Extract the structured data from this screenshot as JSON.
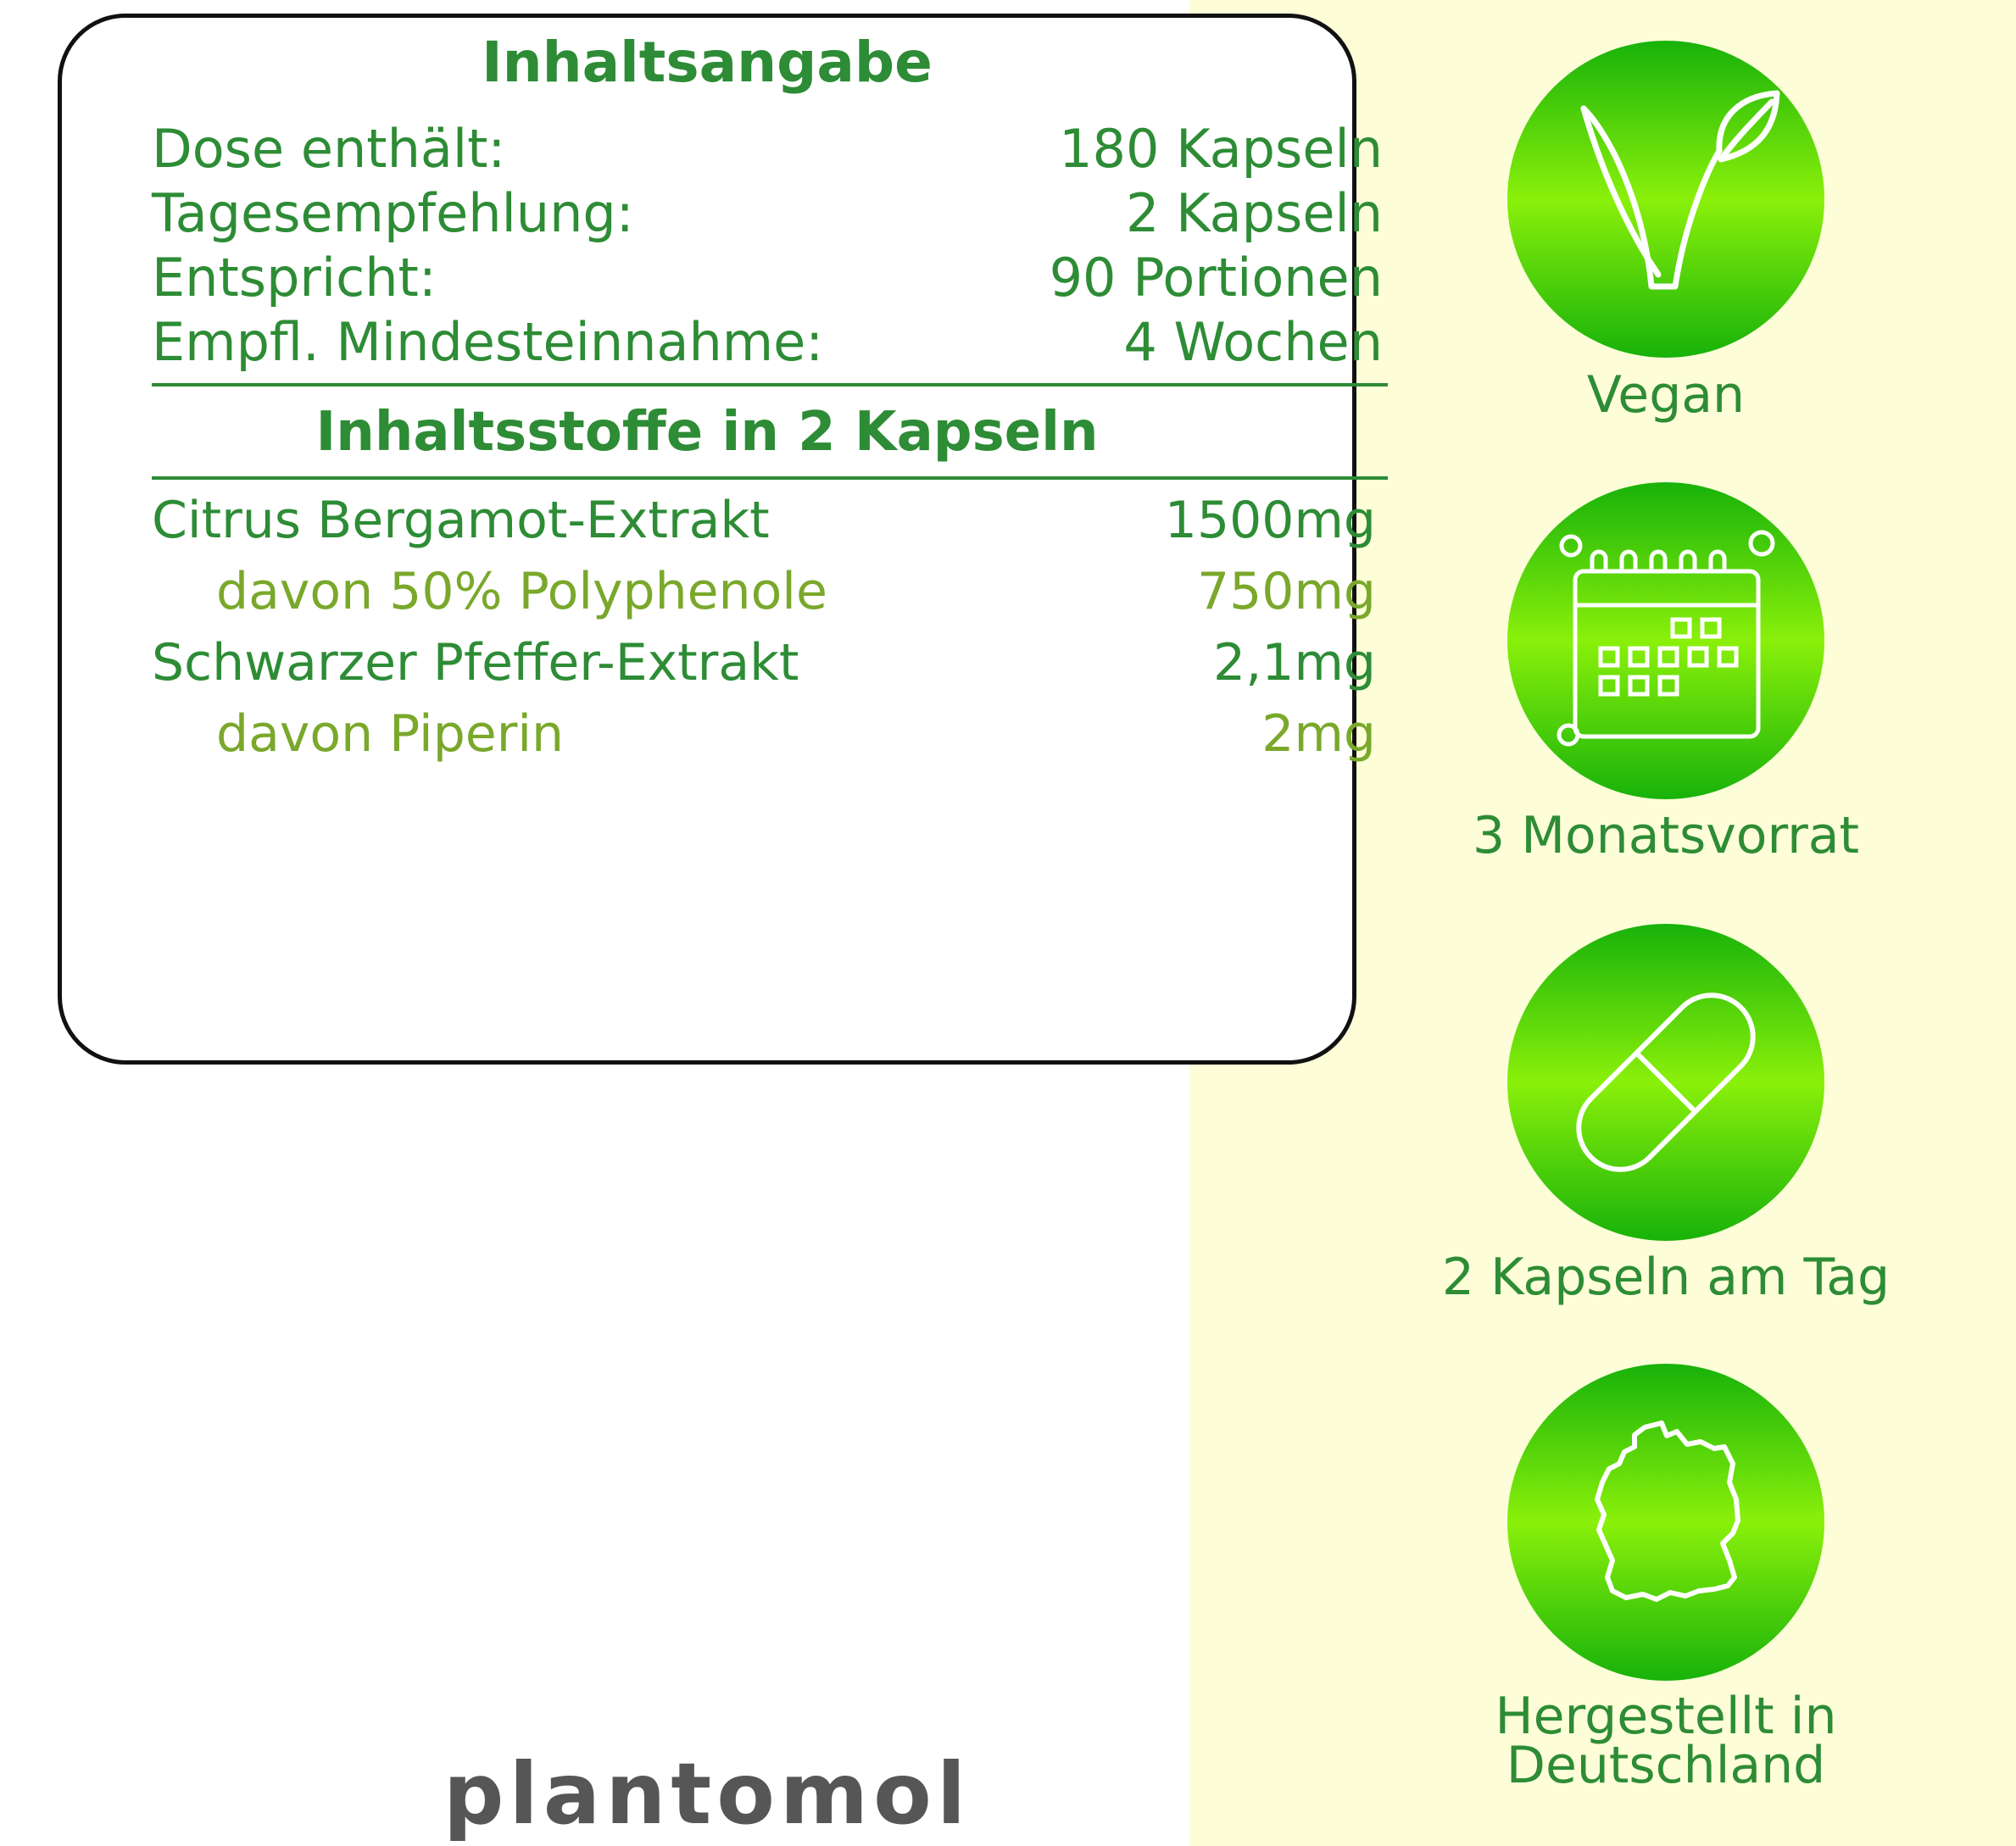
{
  "inhaltsangabe": {
    "title": "Inhaltsangabe",
    "rows": [
      {
        "label": "Dose enthält:",
        "value": "180 Kapseln"
      },
      {
        "label": "Tagesempfehlung:",
        "value": "2 Kapseln"
      },
      {
        "label": "Entspricht:",
        "value": "90 Portionen"
      },
      {
        "label": "Empfl. Mindesteinnahme:",
        "value": "4 Wochen"
      }
    ]
  },
  "inhaltsstoffe": {
    "title": "Inhaltsstoffe in 2 Kapseln",
    "rows": [
      {
        "label": "Citrus Bergamot-Extrakt",
        "value": "1500mg"
      },
      {
        "label": "davon 50% Polyphenole",
        "value": "750mg"
      },
      {
        "label": "Schwarzer Pfeffer-Extrakt",
        "value": "2,1mg"
      },
      {
        "label": "davon Piperin",
        "value": "2mg"
      }
    ]
  },
  "features": [
    {
      "icon": "vegan-leaf-icon",
      "label": "Vegan"
    },
    {
      "icon": "calendar-icon",
      "label": "3 Monatsvorrat"
    },
    {
      "icon": "capsule-icon",
      "label": "2 Kapseln am Tag"
    },
    {
      "icon": "germany-map-icon",
      "label_line1": "Hergestellt in",
      "label_line2": "Deutschland"
    }
  ],
  "brand": {
    "name": "plantomol"
  },
  "colors": {
    "text_green": "#2d8c35",
    "sub_green": "#7aa82b",
    "right_bg": "#fdfdd8",
    "badge_light": "#8af00a",
    "badge_dark": "#18b20a"
  }
}
